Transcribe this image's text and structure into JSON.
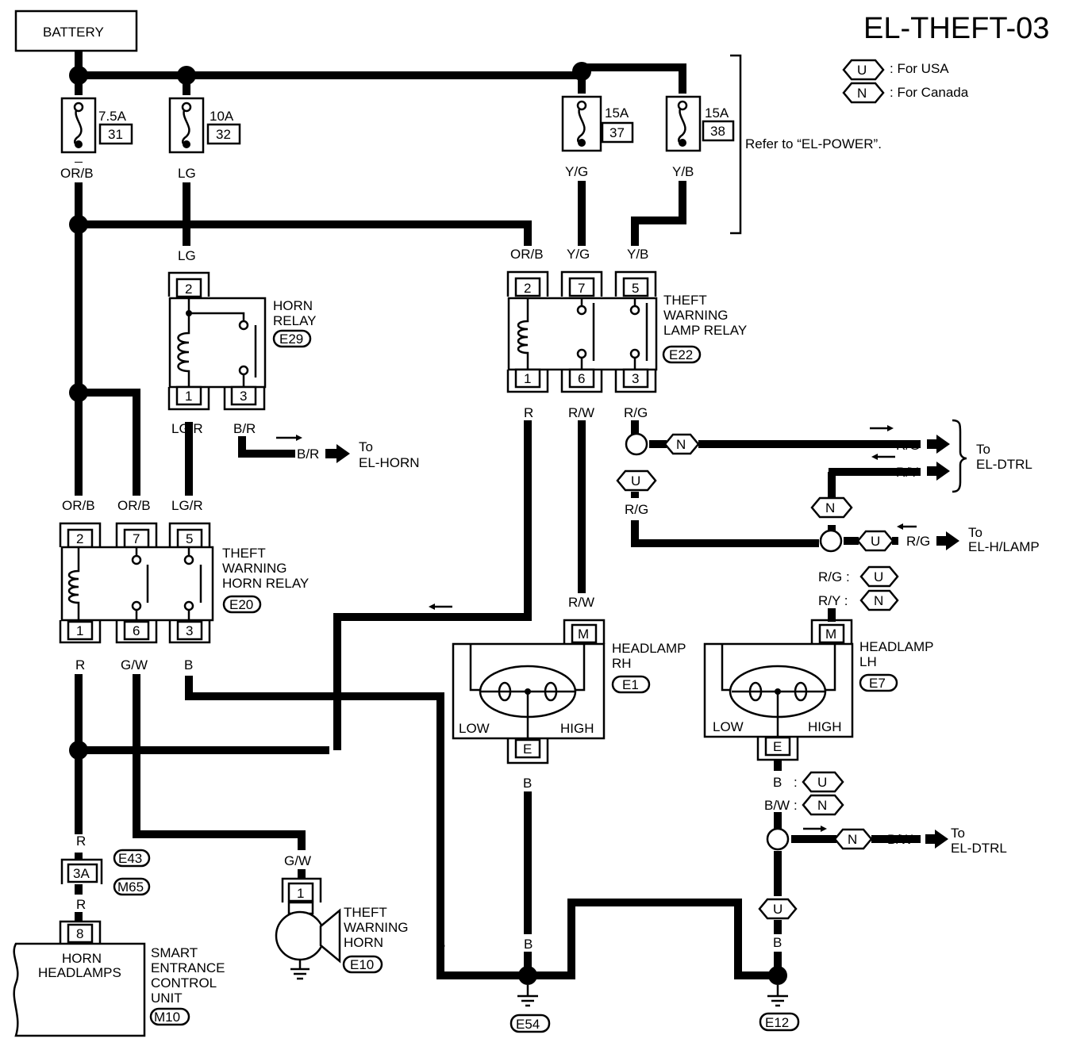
{
  "title": "EL-THEFT-03",
  "battery": "BATTERY",
  "legend": {
    "usa_code": "U",
    "usa_text": ": For USA",
    "canada_code": "N",
    "canada_text": ": For Canada",
    "refer": "Refer to “EL-POWER”."
  },
  "fuses": [
    {
      "amp": "7.5A",
      "num": "31",
      "wire": "OR/B"
    },
    {
      "amp": "10A",
      "num": "32",
      "wire": "LG"
    },
    {
      "amp": "15A",
      "num": "37",
      "wire": "Y/G"
    },
    {
      "amp": "15A",
      "num": "38",
      "wire": "Y/B"
    }
  ],
  "horn_relay": {
    "name1": "HORN",
    "name2": "RELAY",
    "conn": "E29",
    "pin_top": "2",
    "pin_b1": "1",
    "pin_b2": "3",
    "wire_in": "LG",
    "wire_out1": "LG/R",
    "wire_out2": "B/R"
  },
  "to_horn": {
    "wire": "B/R",
    "to": "To",
    "dest": "EL-HORN"
  },
  "lamp_relay": {
    "name1": "THEFT",
    "name2": "WARNING",
    "name3": "LAMP RELAY",
    "conn": "E22",
    "pins_top": [
      "2",
      "7",
      "5"
    ],
    "pins_bottom": [
      "1",
      "6",
      "3"
    ],
    "wires_top": [
      "OR/B",
      "Y/G",
      "Y/B"
    ],
    "wires_bottom": [
      "R",
      "R/W",
      "R/G"
    ]
  },
  "horn_relay2": {
    "name1": "THEFT",
    "name2": "WARNING",
    "name3": "HORN RELAY",
    "conn": "E20",
    "pins_top": [
      "2",
      "7",
      "5"
    ],
    "pins_bottom": [
      "1",
      "6",
      "3"
    ],
    "wires_top": [
      "OR/B",
      "OR/B",
      "LG/R"
    ],
    "wires_bottom": [
      "R",
      "G/W",
      "B"
    ]
  },
  "dtrl": {
    "code_n": "N",
    "code_u": "U",
    "wire1": "R/G",
    "wire2": "R/Y",
    "wire3": "R/G",
    "to": "To",
    "dest": "EL-DTRL"
  },
  "hlamp": {
    "code": "U",
    "wire": "R/G",
    "to": "To",
    "dest": "EL-H/LAMP"
  },
  "lh_in": {
    "wire1": "R/G :",
    "code1": "U",
    "wire2": "R/Y :",
    "code2": "N"
  },
  "headlamp_rh": {
    "name1": "HEADLAMP",
    "name2": "RH",
    "conn": "E1",
    "pin_m": "M",
    "pin_e": "E",
    "low": "LOW",
    "high": "HIGH",
    "wire_in": "R/W",
    "wire_out": "B"
  },
  "headlamp_lh": {
    "name1": "HEADLAMP",
    "name2": "LH",
    "conn": "E7",
    "pin_m": "M",
    "pin_e": "E",
    "low": "LOW",
    "high": "HIGH"
  },
  "lh_ground": {
    "wire1": "B",
    "code1": "U",
    "wire2": "B/W",
    "code2": "N",
    "split_code": "N",
    "split_wire": "B/W",
    "to": "To",
    "dest": "EL-DTRL",
    "u_code": "U",
    "wire_down": "B"
  },
  "smart_unit": {
    "wire": "R",
    "conn_pin": "3A",
    "conn1": "E43",
    "conn2": "M65",
    "pin": "8",
    "line1": "HORN",
    "line2": "HEADLAMPS",
    "name1": "SMART",
    "name2": "ENTRANCE",
    "name3": "CONTROL",
    "name4": "UNIT",
    "conn": "M10"
  },
  "horn": {
    "wire": "G/W",
    "pin": "1",
    "name1": "THEFT",
    "name2": "WARNING",
    "name3": "HORN",
    "conn": "E10"
  },
  "grounds": {
    "e54": "E54",
    "e12": "E12",
    "wire": "B"
  }
}
